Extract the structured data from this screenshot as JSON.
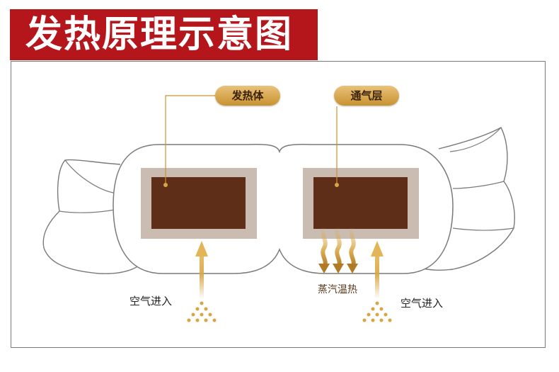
{
  "title": "发热原理示意图",
  "labels": {
    "heating_body": "发热体",
    "vent_layer": "通气层",
    "air_in_left": "空气进入",
    "air_in_right": "空气进入",
    "steam": "蒸汽温热"
  },
  "colors": {
    "banner": "#b5161b",
    "outline": "#7a7a7a",
    "heater_outer": "#cbbcb2",
    "heater_inner": "#5e2e18",
    "gold": "#d7a544",
    "gold_dark": "#b17a24"
  }
}
